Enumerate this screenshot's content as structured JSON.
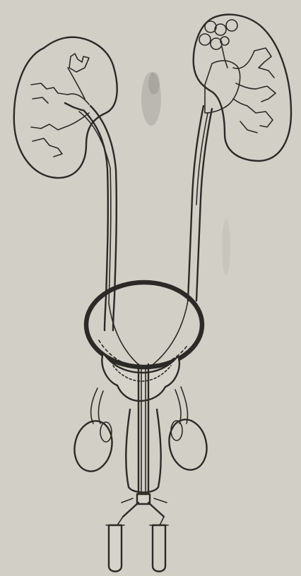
{
  "figure": {
    "subject": "urinary-tract-diagram-with-ureteral-catheterization",
    "labels": []
  },
  "colors": {
    "paper": "#d2d0c6",
    "ink": "#2b2a27",
    "stain": "#8e8c86"
  },
  "parts": [
    {
      "id": "right-kidney",
      "icon": "kidney-outline"
    },
    {
      "id": "left-kidney",
      "icon": "kidney-outline"
    },
    {
      "id": "right-ureter",
      "icon": "tube"
    },
    {
      "id": "left-ureter",
      "icon": "tube"
    },
    {
      "id": "bladder",
      "icon": "ellipse"
    },
    {
      "id": "prostate",
      "icon": "gland"
    },
    {
      "id": "cystoscope",
      "icon": "instrument"
    },
    {
      "id": "right-testis",
      "icon": "oval"
    },
    {
      "id": "left-testis",
      "icon": "oval"
    },
    {
      "id": "collection-tube-left",
      "icon": "test-tube"
    },
    {
      "id": "collection-tube-right",
      "icon": "test-tube"
    }
  ]
}
